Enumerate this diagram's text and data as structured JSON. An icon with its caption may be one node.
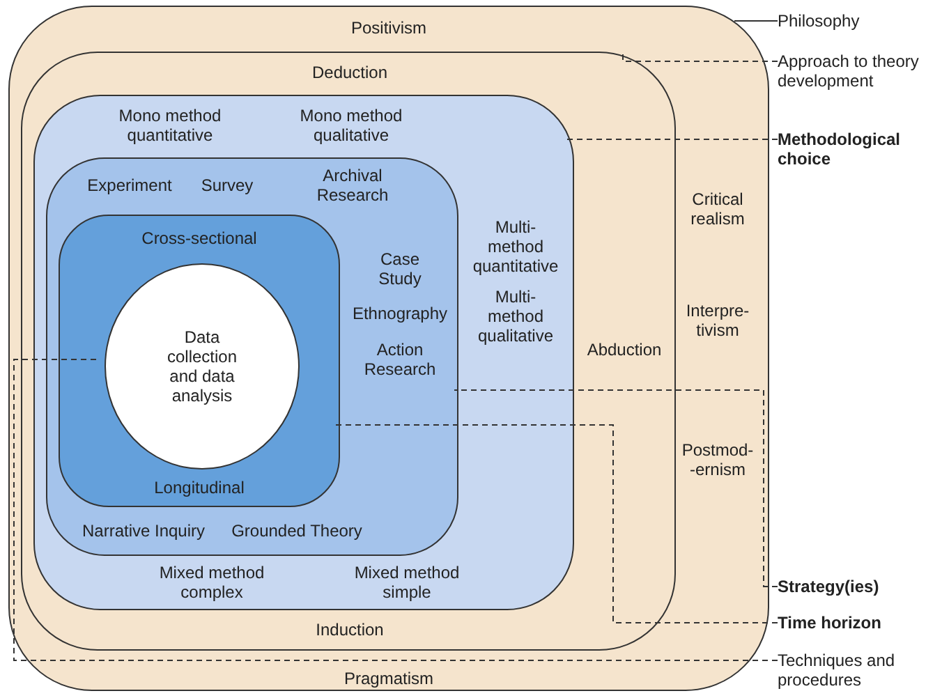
{
  "diagram": {
    "nodes": [
      {
        "text": [
          "Positivism",
          "Critical realism",
          "Interpre- tivism",
          "Postmod- -ernism",
          "Pragmatism"
        ]
      },
      {
        "text": [
          "Deduction",
          "Abduction",
          "Induction"
        ],
        "in": 0
      },
      {
        "text": [
          "Mono method quantitative",
          "Mono method qualitative",
          "Multi-method quantitative",
          "Multi-method qualitative",
          "Mixed method simple",
          "Mixed method complex"
        ],
        "in": 1
      },
      {
        "text": [
          "Survey",
          "Experiment",
          "Archival Research",
          "Case Study",
          "Ethnography",
          "Action Research",
          "Narrative Inquiry",
          "Grounded Theory"
        ],
        "in": 2
      },
      {
        "text": [
          "Cross-sectional",
          "Longitudinal"
        ],
        "in": 3
      },
      {
        "text": [
          "Data collection and data analysis"
        ],
        "in": 4
      },
      {
        "text": [
          "Philosophy"
        ]
      },
      {
        "text": [
          "Approach to theory development"
        ]
      },
      {
        "text": [
          "Methodological choice"
        ]
      },
      {
        "text": [
          "Strategy(ies)"
        ]
      },
      {
        "text": [
          "Time horizon"
        ]
      },
      {
        "text": [
          "Techniques and procedures"
        ]
      }
    ],
    "edges": [
      {
        "from": 6,
        "to": 0,
        "arrow": "none"
      },
      {
        "from": 7,
        "to": 1,
        "arrow": "none",
        "style": "dashed"
      },
      {
        "from": 8,
        "to": 2,
        "arrow": "none",
        "style": "dashed"
      },
      {
        "from": 9,
        "to": 3,
        "arrow": "none",
        "style": "dashed"
      },
      {
        "from": 10,
        "to": 4,
        "arrow": "none",
        "style": "dashed"
      },
      {
        "from": 11,
        "to": 5,
        "arrow": "none",
        "style": "dashed"
      }
    ]
  }
}
